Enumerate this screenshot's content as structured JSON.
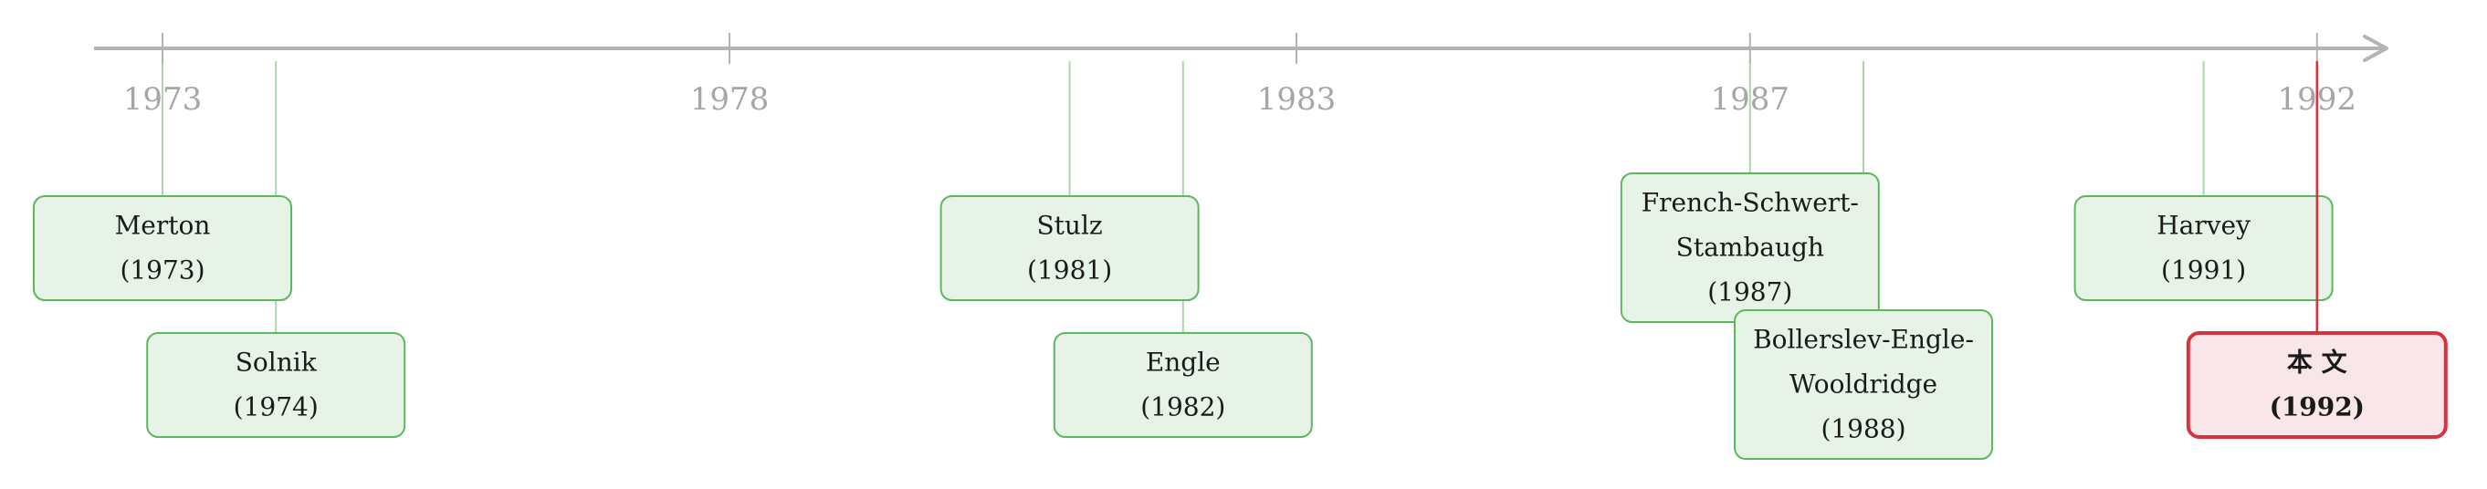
{
  "timeline": {
    "axis_color": "#b3b3b3",
    "ticks": [
      {
        "label": "1973",
        "year": 1973
      },
      {
        "label": "1978",
        "year": 1978
      },
      {
        "label": "1983",
        "year": 1983
      },
      {
        "label": "1987",
        "year": 1987
      },
      {
        "label": "1992",
        "year": 1992
      }
    ]
  },
  "colors": {
    "event_fill": "#e8f3e8",
    "event_stroke": "#5cb85c",
    "event_connector": "#a8d8a8",
    "highlight_fill": "#f8e6e8",
    "highlight_stroke": "#d9323f",
    "highlight_connector": "#d9323f"
  },
  "events": [
    {
      "id": "merton",
      "lines": [
        "Merton",
        "(1973)"
      ],
      "year": 1973,
      "row": "upper",
      "highlight": false
    },
    {
      "id": "solnik",
      "lines": [
        "Solnik",
        "(1974)"
      ],
      "year": 1974,
      "row": "lower",
      "highlight": false
    },
    {
      "id": "stulz",
      "lines": [
        "Stulz",
        "(1981)"
      ],
      "year": 1981,
      "row": "upper",
      "highlight": false
    },
    {
      "id": "engle",
      "lines": [
        "Engle",
        "(1982)"
      ],
      "year": 1982,
      "row": "lower",
      "highlight": false
    },
    {
      "id": "french-schwert-stambaugh",
      "lines": [
        "French-Schwert-",
        "Stambaugh",
        "(1987)"
      ],
      "year": 1987,
      "row": "upper",
      "highlight": false
    },
    {
      "id": "bollerslev-engle-wooldridge",
      "lines": [
        "Bollerslev-Engle-",
        "Wooldridge",
        "(1988)"
      ],
      "year": 1988,
      "row": "lower",
      "highlight": false
    },
    {
      "id": "harvey",
      "lines": [
        "Harvey",
        "(1991)"
      ],
      "year": 1991,
      "row": "upper",
      "highlight": false
    },
    {
      "id": "this-paper",
      "lines": [
        "本 文",
        "(1992)"
      ],
      "year": 1992,
      "row": "lower",
      "highlight": true
    }
  ]
}
